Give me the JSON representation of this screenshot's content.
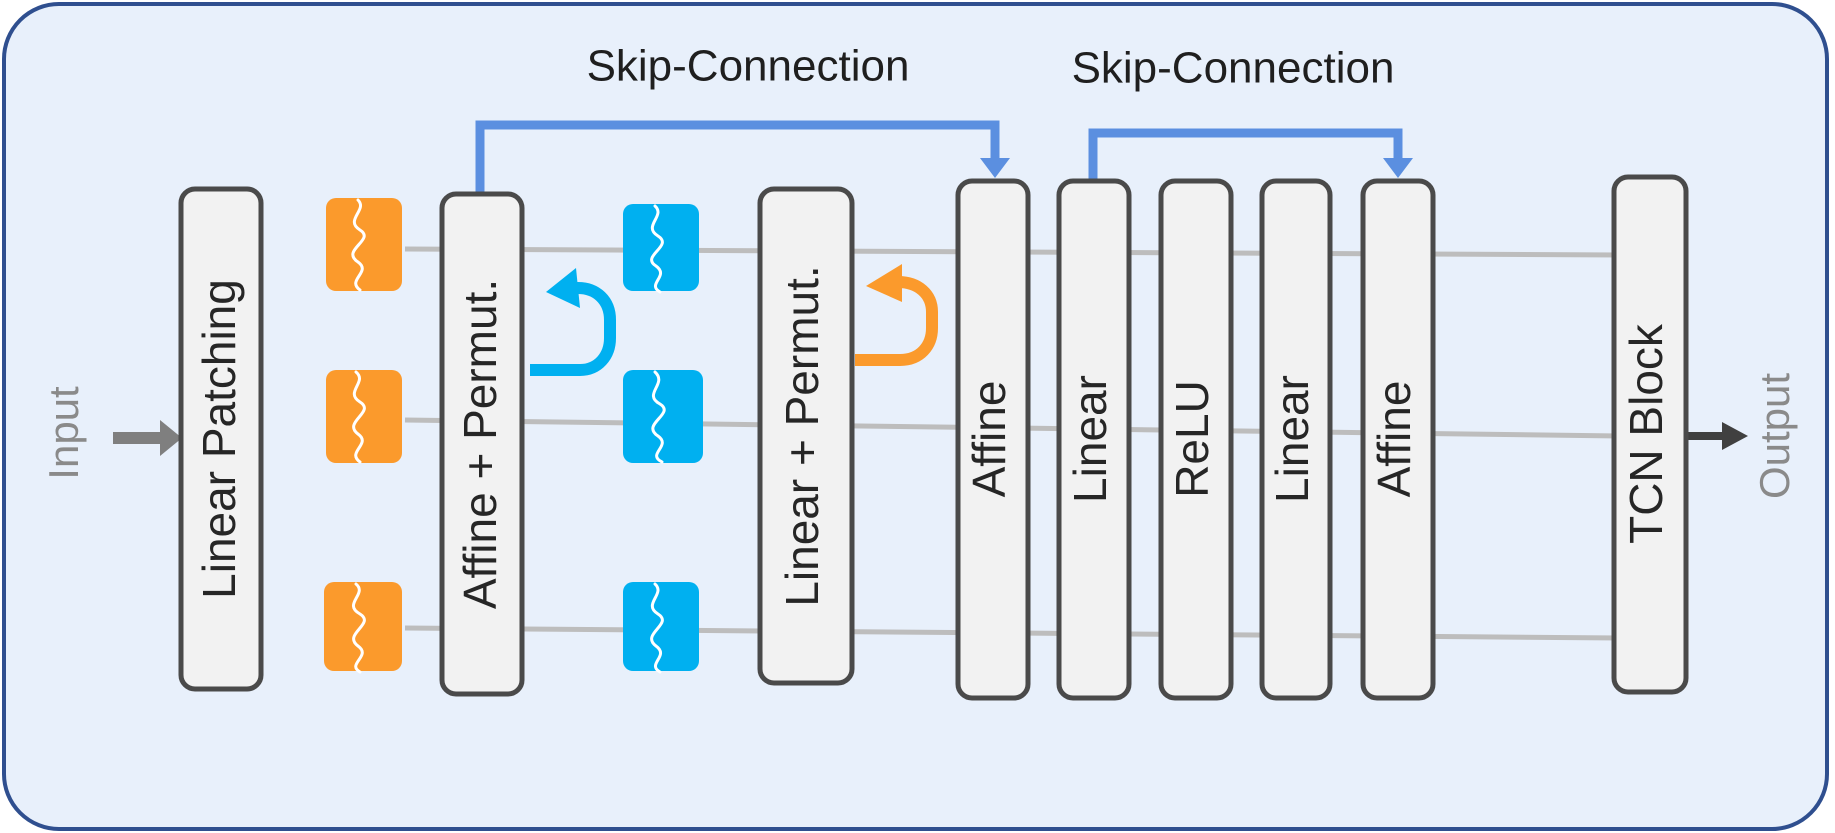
{
  "diagram": {
    "input_label": "Input",
    "output_label": "Output",
    "skip_connections": [
      {
        "label": "Skip-Connection",
        "from": "affine-permut",
        "to": "affine-1"
      },
      {
        "label": "Skip-Connection",
        "from": "linear-1",
        "to": "affine-2"
      }
    ],
    "blocks": [
      {
        "id": "linear-patching",
        "label": "Linear Patching"
      },
      {
        "id": "affine-permut",
        "label": "Affine + Permut."
      },
      {
        "id": "linear-permut",
        "label": "Linear + Permut."
      },
      {
        "id": "affine-1",
        "label": "Affine"
      },
      {
        "id": "linear-1",
        "label": "Linear"
      },
      {
        "id": "relu",
        "label": "ReLU"
      },
      {
        "id": "linear-2",
        "label": "Linear"
      },
      {
        "id": "affine-2",
        "label": "Affine"
      },
      {
        "id": "tcn-block",
        "label": "TCN Block"
      }
    ],
    "colors": {
      "panel_fill": "#e8f0fb",
      "panel_stroke": "#2f4f8f",
      "skip_arrow": "#5b8fe0",
      "patch_orange": "#fb9a2c",
      "patch_blue": "#00b0f0",
      "block_fill": "#f2f2f2",
      "block_stroke": "#4a4a4a"
    }
  }
}
